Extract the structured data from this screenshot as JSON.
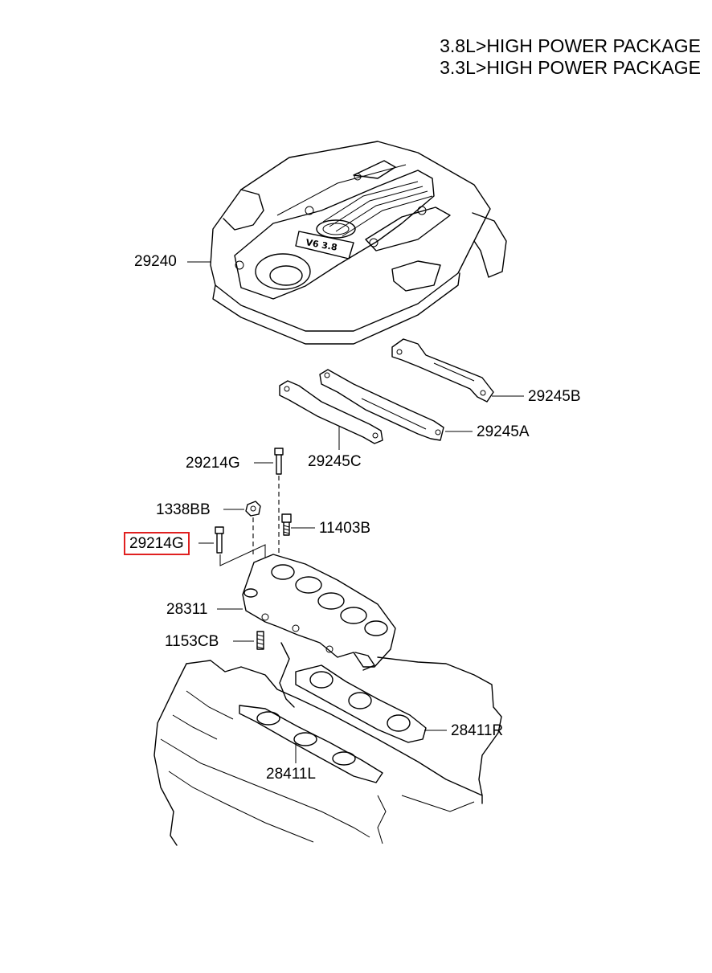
{
  "header": {
    "line1": "3.8L>HIGH POWER PACKAGE",
    "line2": "3.3L>HIGH POWER PACKAGE"
  },
  "parts": [
    {
      "id": "29240",
      "part": "engine-cover"
    },
    {
      "id": "29245B",
      "part": "bracket"
    },
    {
      "id": "29245A",
      "part": "bracket"
    },
    {
      "id": "29245C",
      "part": "bracket"
    },
    {
      "id": "29214G",
      "part": "bolt"
    },
    {
      "id": "1338BB",
      "part": "nut"
    },
    {
      "id": "29214G",
      "part": "bolt",
      "highlighted": true
    },
    {
      "id": "11403B",
      "part": "bolt"
    },
    {
      "id": "28311",
      "part": "manifold"
    },
    {
      "id": "1153CB",
      "part": "stud"
    },
    {
      "id": "28411R",
      "part": "gasket"
    },
    {
      "id": "28411L",
      "part": "gasket"
    }
  ],
  "cover_emblem": "V6 3.8",
  "highlight_color": "#e02020"
}
